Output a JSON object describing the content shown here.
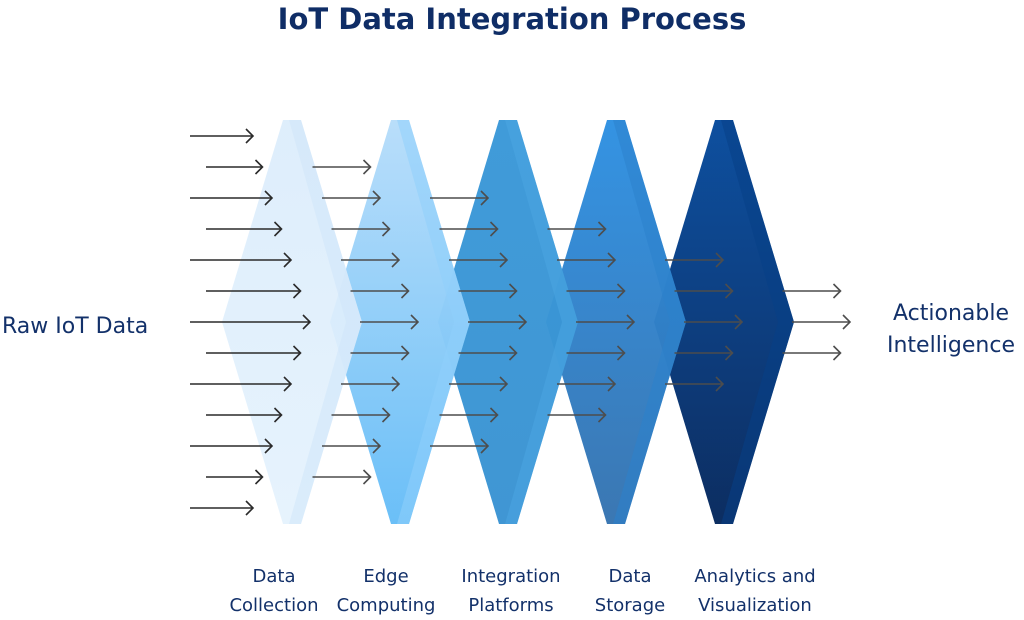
{
  "title": "IoT Data Integration Process",
  "input_label": "Raw IoT Data",
  "output_label": [
    "Actionable",
    "Intelligence"
  ],
  "stages": [
    {
      "label": [
        "Data",
        "Collection"
      ],
      "color_top": "#dbecfb",
      "color_bottom": "#e4f2fd",
      "facet": "#cfe6fa"
    },
    {
      "label": [
        "Edge",
        "Computing"
      ],
      "color_top": "#b7ddfa",
      "color_bottom": "#66bdf7",
      "facet": "#8fd0fb"
    },
    {
      "label": [
        "Integration",
        "Platforms"
      ],
      "color_top": "#3a98d8",
      "color_bottom": "#3a93d2",
      "facet": "#4aa6e2"
    },
    {
      "label": [
        "Data",
        "Storage"
      ],
      "color_top": "#2e90e2",
      "color_bottom": "#3573b0",
      "facet": "#2c82cc"
    },
    {
      "label": [
        "Analytics and",
        "Visualization"
      ],
      "color_top": "#064a9c",
      "color_bottom": "#05275c",
      "facet": "#073f86"
    }
  ],
  "arrow_color": "#3a3a3a"
}
